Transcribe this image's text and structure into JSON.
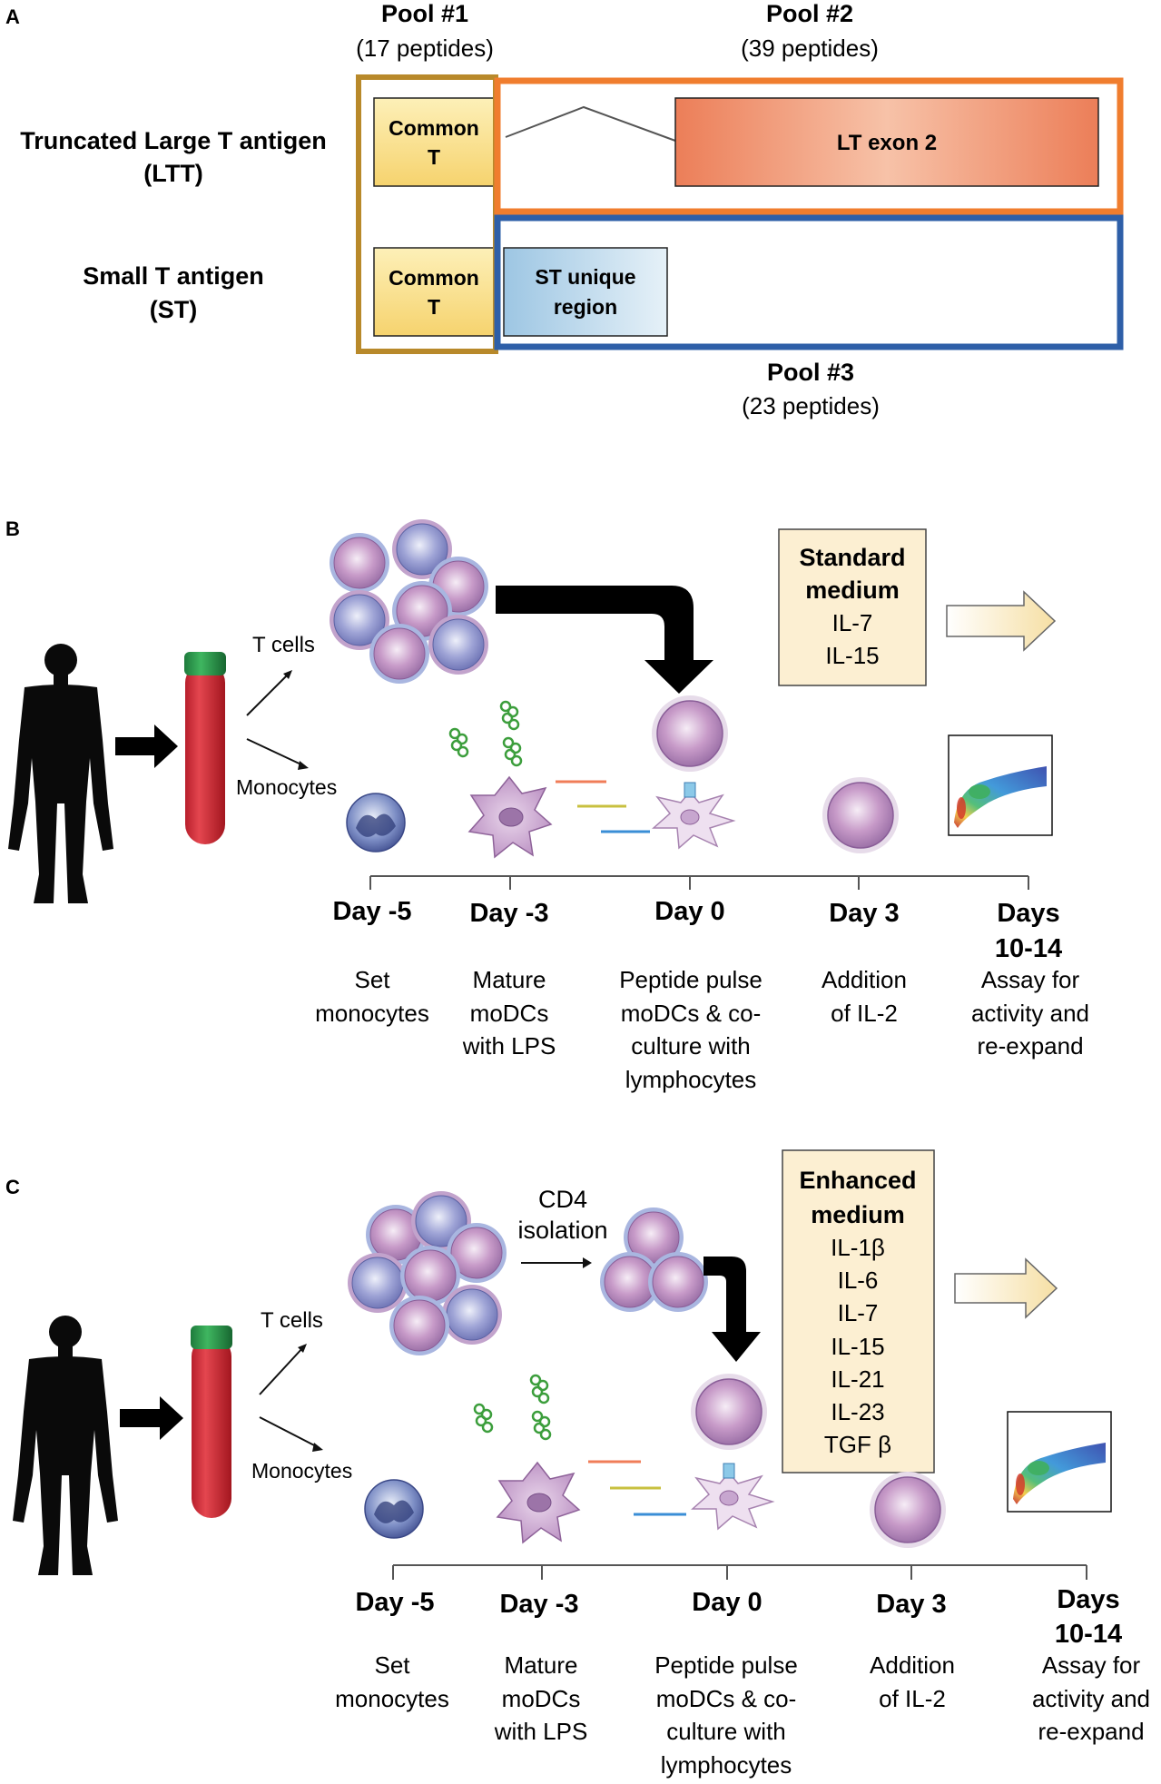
{
  "panel_a": {
    "letter": "A",
    "pool1": {
      "title": "Pool #1",
      "count": "(17 peptides)"
    },
    "pool2": {
      "title": "Pool #2",
      "count": "(39 peptides)"
    },
    "pool3": {
      "title": "Pool #3",
      "count": "(23 peptides)"
    },
    "ltt": {
      "line1": "Truncated Large T antigen",
      "line2": "(LTT)"
    },
    "st": {
      "line1": "Small T antigen",
      "line2": "(ST)"
    },
    "common_t": {
      "line1": "Common",
      "line2": "T"
    },
    "lt_exon2": "LT exon 2",
    "st_unique": {
      "line1": "ST unique",
      "line2": "region"
    },
    "colors": {
      "pool1": "#B8892A",
      "pool2": "#F07D2E",
      "pool3": "#2E5FA8",
      "common": "#F9DB85",
      "exon": "#EE8A66",
      "st_unique": "#A9CDE6"
    }
  },
  "panel_b": {
    "letter": "B",
    "t_cells": "T cells",
    "monocytes": "Monocytes",
    "medium": {
      "title1": "Standard",
      "title2": "medium",
      "items": [
        "IL-7",
        "IL-15"
      ]
    },
    "timeline": [
      {
        "day": "Day -5",
        "desc": [
          "Set",
          "monocytes"
        ]
      },
      {
        "day": "Day -3",
        "desc": [
          "Mature",
          "moDCs",
          "with LPS"
        ]
      },
      {
        "day": "Day 0",
        "desc": [
          "Peptide pulse",
          "moDCs & co-",
          "culture with",
          "lymphocytes"
        ]
      },
      {
        "day": "Day 3",
        "desc": [
          "Addition",
          "of IL-2"
        ]
      },
      {
        "day": "Days",
        "day2": "10-14",
        "desc": [
          "Assay for",
          "activity and",
          "re-expand"
        ]
      }
    ]
  },
  "panel_c": {
    "letter": "C",
    "cd4": {
      "line1": "CD4",
      "line2": "isolation"
    },
    "t_cells": "T cells",
    "monocytes": "Monocytes",
    "medium": {
      "title1": "Enhanced",
      "title2": "medium",
      "items": [
        "IL-1β",
        "IL-6",
        "IL-7",
        "IL-15",
        "IL-21",
        "IL-23",
        "TGF β"
      ]
    },
    "timeline": [
      {
        "day": "Day -5",
        "desc": [
          "Set",
          "monocytes"
        ]
      },
      {
        "day": "Day -3",
        "desc": [
          "Mature",
          "moDCs",
          "with LPS"
        ]
      },
      {
        "day": "Day 0",
        "desc": [
          "Peptide pulse",
          "moDCs & co-",
          "culture with",
          "lymphocytes"
        ]
      },
      {
        "day": "Day 3",
        "desc": [
          "Addition",
          "of IL-2"
        ]
      },
      {
        "day": "Days",
        "day2": "10-14",
        "desc": [
          "Assay for",
          "activity and",
          "re-expand"
        ]
      }
    ]
  }
}
